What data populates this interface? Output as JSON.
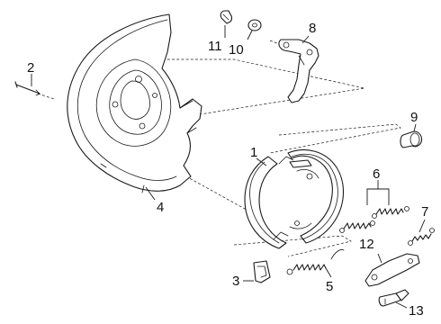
{
  "diagram": {
    "type": "exploded-parts-diagram",
    "callouts": [
      {
        "id": "1",
        "label": "1"
      },
      {
        "id": "2",
        "label": "2"
      },
      {
        "id": "3",
        "label": "3"
      },
      {
        "id": "4",
        "label": "4"
      },
      {
        "id": "5",
        "label": "5"
      },
      {
        "id": "6",
        "label": "6"
      },
      {
        "id": "7",
        "label": "7"
      },
      {
        "id": "8",
        "label": "8"
      },
      {
        "id": "9",
        "label": "9"
      },
      {
        "id": "10",
        "label": "10"
      },
      {
        "id": "11",
        "label": "11"
      },
      {
        "id": "12",
        "label": "12"
      },
      {
        "id": "13",
        "label": "13"
      }
    ],
    "line_color": "#1a1a1a",
    "background": "#ffffff"
  }
}
